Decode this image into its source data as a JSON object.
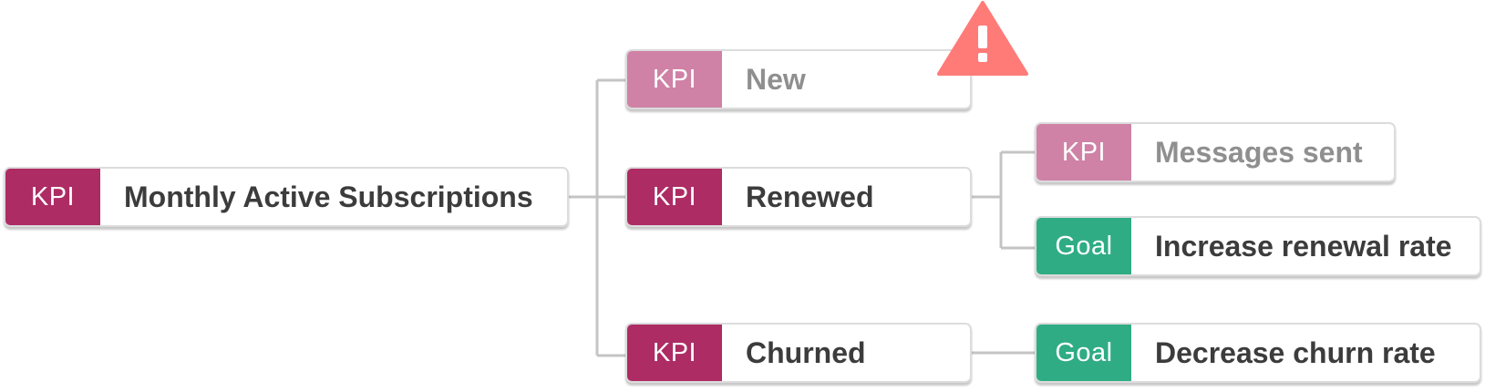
{
  "nodes": {
    "root": {
      "tag": "KPI",
      "label": "Monthly Active Subscriptions"
    },
    "new": {
      "tag": "KPI",
      "label": "New"
    },
    "renewed": {
      "tag": "KPI",
      "label": "Renewed"
    },
    "churned": {
      "tag": "KPI",
      "label": "Churned"
    },
    "messages": {
      "tag": "KPI",
      "label": "Messages sent"
    },
    "increase": {
      "tag": "Goal",
      "label": "Increase renewal rate"
    },
    "decrease": {
      "tag": "Goal",
      "label": "Decrease churn rate"
    }
  },
  "edges": [
    {
      "from": "Monthly Active Subscriptions",
      "to": "New"
    },
    {
      "from": "Monthly Active Subscriptions",
      "to": "Renewed"
    },
    {
      "from": "Monthly Active Subscriptions",
      "to": "Churned"
    },
    {
      "from": "Renewed",
      "to": "Messages sent"
    },
    {
      "from": "Renewed",
      "to": "Increase renewal rate"
    },
    {
      "from": "Churned",
      "to": "Decrease churn rate"
    }
  ],
  "warning": {
    "icon": "warning-triangle-icon",
    "attached_to": "New",
    "color": "#ff7b78"
  },
  "colors": {
    "kpi": "#ad2c64",
    "kpi_muted": "#cf82a6",
    "goal": "#2fac84",
    "connector": "#c4c4c4",
    "text": "#3c3c3c",
    "text_muted": "#8f8f8f"
  }
}
